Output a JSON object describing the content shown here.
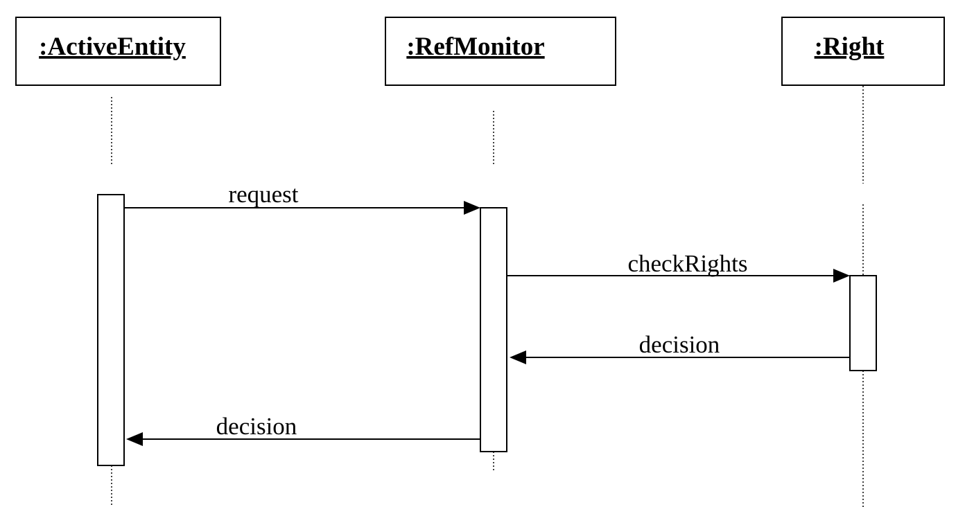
{
  "objects": [
    {
      "label": ":ActiveEntity"
    },
    {
      "label": ":RefMonitor"
    },
    {
      "label": ":Right"
    }
  ],
  "messages": [
    {
      "label": "request",
      "from": ":ActiveEntity",
      "to": ":RefMonitor"
    },
    {
      "label": "checkRights",
      "from": ":RefMonitor",
      "to": ":Right"
    },
    {
      "label": "decision",
      "from": ":Right",
      "to": ":RefMonitor"
    },
    {
      "label": "decision",
      "from": ":RefMonitor",
      "to": ":ActiveEntity"
    }
  ],
  "colors": {
    "line": "#000000",
    "background": "#ffffff"
  }
}
